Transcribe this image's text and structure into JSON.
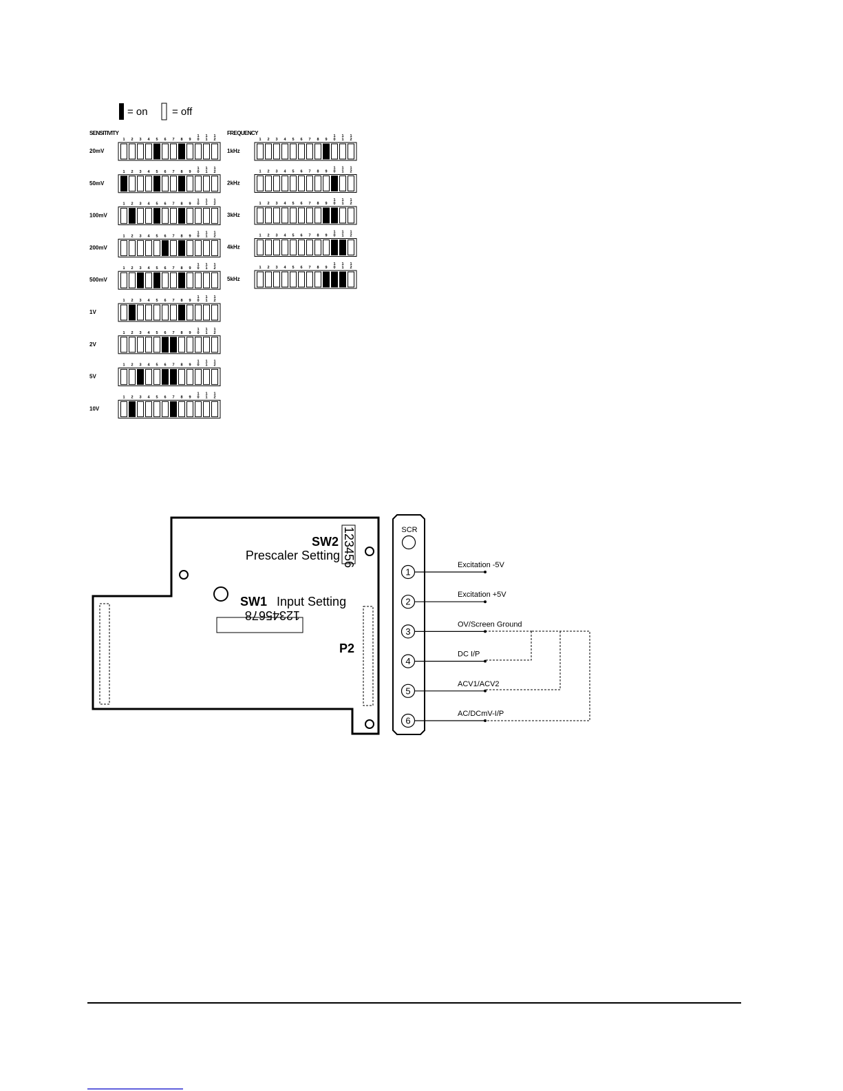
{
  "legend": {
    "on_label": "= on",
    "off_label": "= off"
  },
  "sensitivity": {
    "heading": "SENSITIVITY",
    "rows": [
      {
        "label": "20mV",
        "on": [
          5,
          8
        ]
      },
      {
        "label": "50mV",
        "on": [
          1,
          5,
          8
        ]
      },
      {
        "label": "100mV",
        "on": [
          2,
          5,
          8
        ]
      },
      {
        "label": "200mV",
        "on": [
          6,
          8
        ]
      },
      {
        "label": "500mV",
        "on": [
          3,
          5,
          8
        ]
      },
      {
        "label": "1V",
        "on": [
          2,
          8
        ]
      },
      {
        "label": "2V",
        "on": [
          6,
          7
        ]
      },
      {
        "label": "5V",
        "on": [
          3,
          6,
          7
        ]
      },
      {
        "label": "10V",
        "on": [
          2,
          7
        ]
      }
    ]
  },
  "frequency": {
    "heading": "FREQUENCY",
    "rows": [
      {
        "label": "1kHz",
        "on": [
          9
        ]
      },
      {
        "label": "2kHz",
        "on": [
          10
        ]
      },
      {
        "label": "3kHz",
        "on": [
          9,
          10
        ]
      },
      {
        "label": "4kHz",
        "on": [
          10,
          11
        ]
      },
      {
        "label": "5kHz",
        "on": [
          9,
          10,
          11
        ]
      }
    ]
  },
  "switch_positions": [
    "1",
    "2",
    "3",
    "4",
    "5",
    "6",
    "7",
    "8",
    "9",
    "10",
    "11",
    "12"
  ],
  "board": {
    "sw2_title": "SW2",
    "sw2_caption": "Prescaler Setting",
    "sw2_positions": "123456",
    "sw1_title": "SW1",
    "sw1_caption": "Input Setting",
    "sw1_positions": "12345678",
    "p2_label": "P2"
  },
  "terminals": {
    "scr_label": "SCR",
    "items": [
      {
        "num": "1",
        "label": "Excitation -5V"
      },
      {
        "num": "2",
        "label": "Excitation +5V"
      },
      {
        "num": "3",
        "label": "OV/Screen Ground"
      },
      {
        "num": "4",
        "label": "DC I/P"
      },
      {
        "num": "5",
        "label": "ACV1/ACV2"
      },
      {
        "num": "6",
        "label": "AC/DCmV-I/P"
      }
    ]
  }
}
